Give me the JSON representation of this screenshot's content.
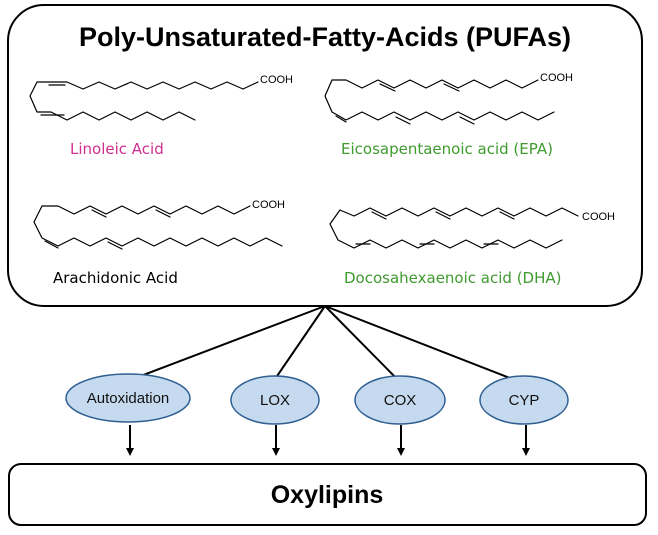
{
  "title": "Poly-Unsaturated-Fatty-Acids (PUFAs)",
  "acids": [
    {
      "name": "Linoleic Acid",
      "color": "#d02f8f",
      "group": "COOH"
    },
    {
      "name": "Eicosapentaenoic acid (EPA)",
      "color": "#3f9a2f",
      "group": "COOH"
    },
    {
      "name": "Arachidonic Acid",
      "color": "#000000",
      "group": "COOH"
    },
    {
      "name": "Docosahexaenoic acid (DHA)",
      "color": "#3f9a2f",
      "group": "COOH"
    }
  ],
  "pathways": [
    {
      "label": "Autoxidation"
    },
    {
      "label": "LOX"
    },
    {
      "label": "COX"
    },
    {
      "label": "CYP"
    }
  ],
  "pathway_fill": "#c5d9ef",
  "pathway_stroke": "#2f5f91",
  "product": "Oxylipins"
}
